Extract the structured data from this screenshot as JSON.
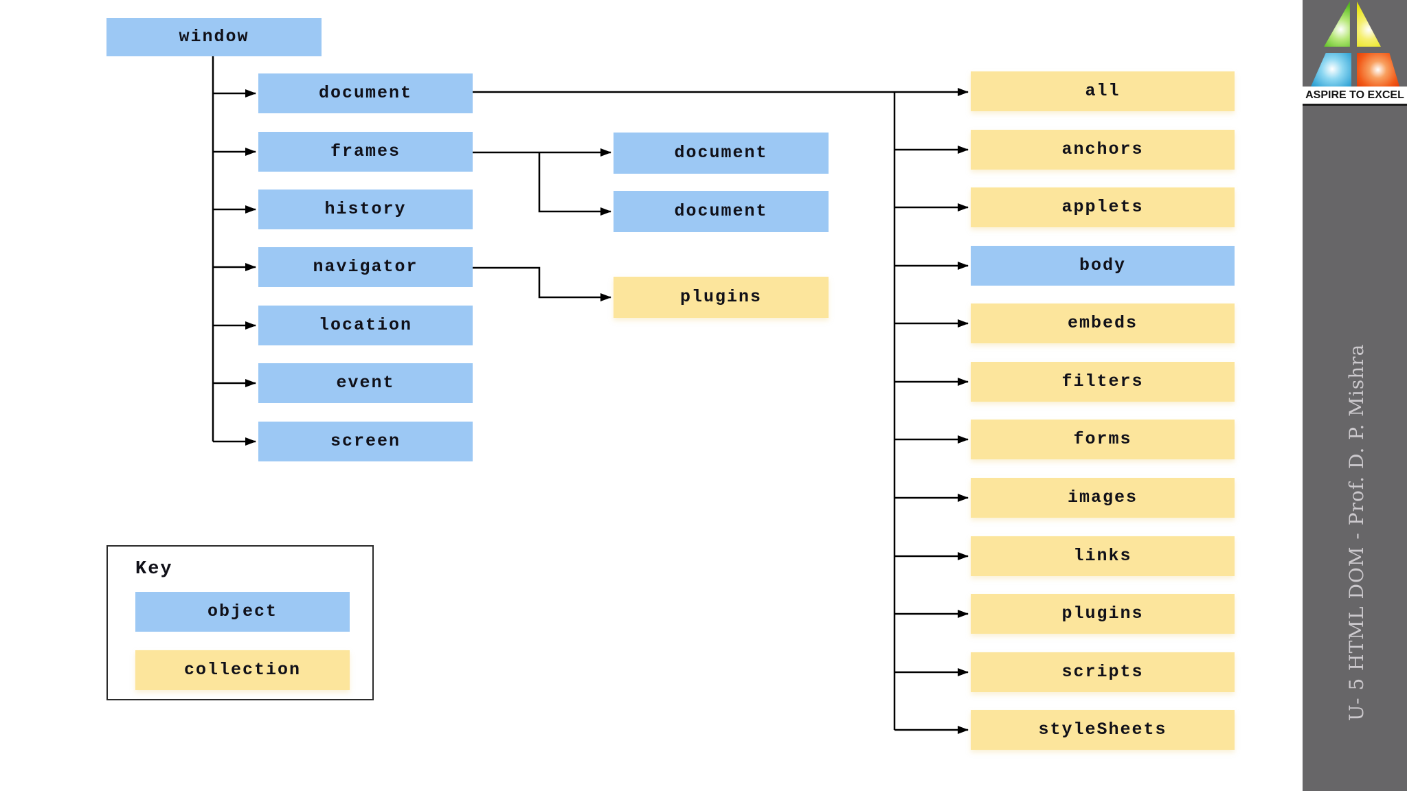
{
  "tree": {
    "root": "window",
    "window_children": [
      "document",
      "frames",
      "history",
      "navigator",
      "location",
      "event",
      "screen"
    ],
    "frames_children": [
      "document",
      "document"
    ],
    "navigator_children": [
      {
        "label": "plugins",
        "type": "collection"
      }
    ],
    "document_children": [
      {
        "label": "all",
        "type": "collection"
      },
      {
        "label": "anchors",
        "type": "collection"
      },
      {
        "label": "applets",
        "type": "collection"
      },
      {
        "label": "body",
        "type": "object"
      },
      {
        "label": "embeds",
        "type": "collection"
      },
      {
        "label": "filters",
        "type": "collection"
      },
      {
        "label": "forms",
        "type": "collection"
      },
      {
        "label": "images",
        "type": "collection"
      },
      {
        "label": "links",
        "type": "collection"
      },
      {
        "label": "plugins",
        "type": "collection"
      },
      {
        "label": "scripts",
        "type": "collection"
      },
      {
        "label": "styleSheets",
        "type": "collection"
      }
    ]
  },
  "key": {
    "title": "Key",
    "items": [
      {
        "label": "object",
        "type": "object"
      },
      {
        "label": "collection",
        "type": "collection"
      }
    ]
  },
  "sidebar": {
    "logo_icon": "pyramid-triangles-logo",
    "logo_caption": "ASPIRE TO EXCEL",
    "vertical_label": "U- 5 HTML DOM - Prof. D. P. Mishra"
  },
  "colors": {
    "object_blue": "#9cc8f4",
    "collection_yellow": "#fce59c",
    "sidebar_gray": "#676668",
    "connector_line": "#000000"
  }
}
